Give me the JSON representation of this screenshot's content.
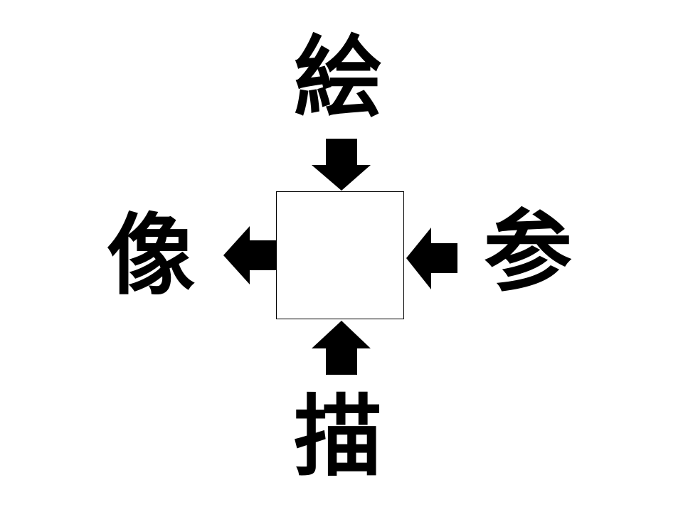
{
  "puzzle": {
    "top_kanji": "絵",
    "left_kanji": "像",
    "right_kanji": "参",
    "bottom_kanji": "描",
    "answer": ""
  },
  "colors": {
    "ink": "#000000",
    "background": "#ffffff"
  },
  "icons": {
    "top_arrow": "arrow-down-icon",
    "left_arrow": "arrow-left-icon",
    "right_arrow": "arrow-left-icon",
    "bottom_arrow": "arrow-up-icon"
  }
}
